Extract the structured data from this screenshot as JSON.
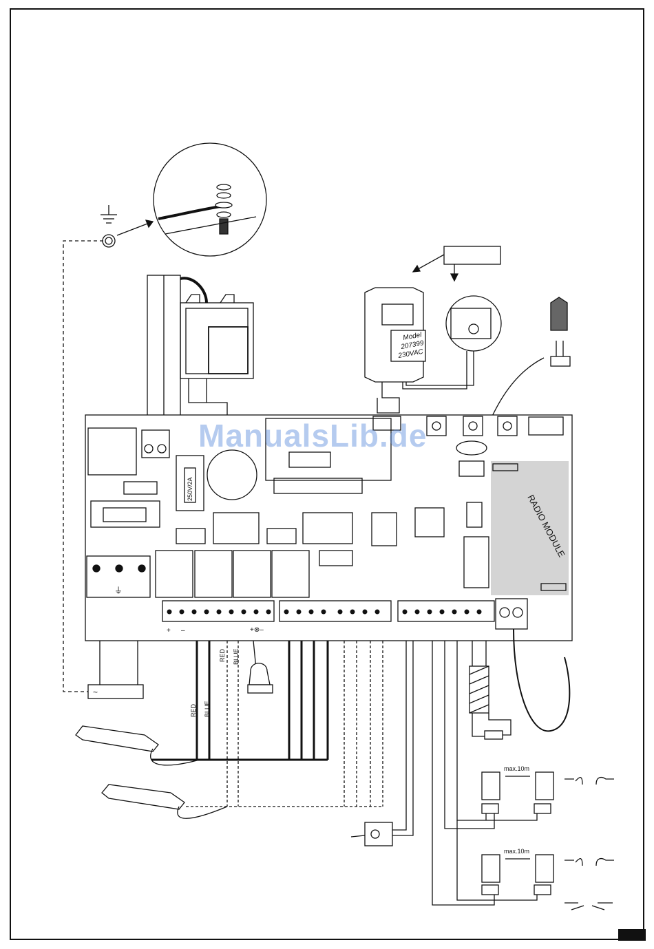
{
  "fuse_label": "250V/2A",
  "radio_module_label": "RADIO MODULE",
  "lock_model": {
    "line1": "Model",
    "line2": "207399",
    "line3": "230VAC"
  },
  "wire_red": "RED",
  "wire_blue": "BLUE",
  "polarity_plus": "+",
  "polarity_minus": "–",
  "lamp_terminal": "+⊗–",
  "transformer_symbol": "~",
  "ground_symbol": "⏚",
  "distance_label_1": "max.10m",
  "distance_label_2": "max.10m",
  "watermark": "ManualsLib.de",
  "colors": {
    "line": "#111111",
    "radio_module_fill": "#d4d4d4",
    "watermark": "#5a8cdc"
  }
}
